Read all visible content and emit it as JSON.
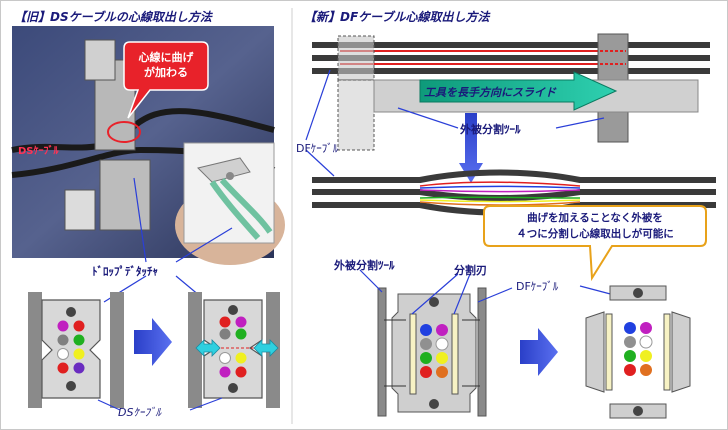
{
  "titles": {
    "old": "【旧】DSケーブルの心線取出し方法",
    "new": "【新】DFケーブル心線取出し方法"
  },
  "callouts": {
    "red_bend_line1": "心線に曲げ",
    "red_bend_line2": "が加わる",
    "yellow_line1": "曲げを加えることなく外被を",
    "yellow_line2": "４つに分割し心線取出しが可能に",
    "slide_arrow": "工具を長手方向にスライド"
  },
  "labels": {
    "photo_ds_cable": "DSｹｰﾌﾞﾙ",
    "drop_detacher": "ﾄﾞﾛｯﾌﾟﾃﾞﾀｯﾁｬ",
    "ds_cable_bottom": "DSｹｰﾌﾞﾙ",
    "outer_split_tool_top": "外被分割ﾂｰﾙ",
    "df_cable_left": "DFｹｰﾌﾞﾙ",
    "outer_split_tool_bottom": "外被分割ﾂｰﾙ",
    "split_blade": "分割刃",
    "df_cable_right": "DFｹｰﾌﾞﾙ"
  },
  "colors": {
    "title_text": "#1a1a7a",
    "callout_red": "#e8222a",
    "callout_yellow_border": "#e8a21a",
    "arrow_blue": "#3a4fd8",
    "slide_arrow_fill": "#1fb59a",
    "cable_dark": "#3a3a3a",
    "fiber_red": "#e02020",
    "fiber_blue": "#2040e0",
    "fiber_magenta": "#c020c0",
    "fiber_green": "#20b020",
    "fiber_yellow": "#f0f020",
    "fiber_gray": "#909090"
  },
  "icons": {
    "step_arrow": "right-arrow-icon",
    "down_arrow": "down-arrow-icon",
    "cyan_arrows": "double-arrow-icon"
  }
}
